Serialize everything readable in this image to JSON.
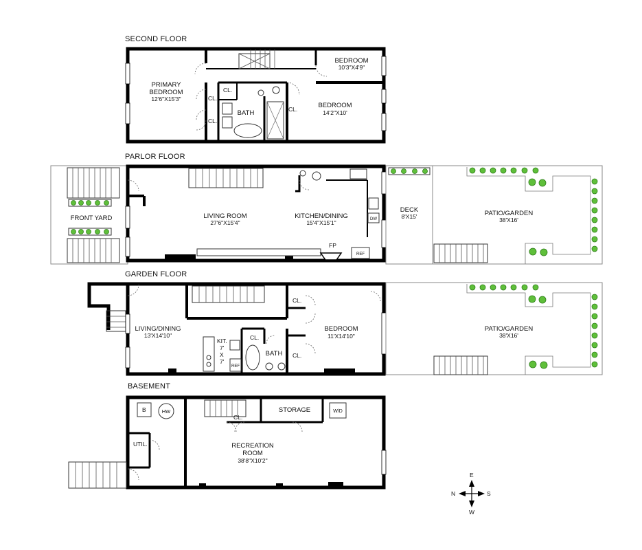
{
  "floors": {
    "second": {
      "title": "SECOND FLOOR",
      "primary_bedroom": {
        "name_line1": "PRIMARY",
        "name_line2": "BEDROOM",
        "dims": "12'6\"X15'3\""
      },
      "bedroom_small": {
        "name": "BEDROOM",
        "dims": "10'3\"X4'9\""
      },
      "bedroom_large": {
        "name": "BEDROOM",
        "dims": "14'2\"X10'"
      },
      "bath": "BATH",
      "closet_labels": [
        "CL.",
        "CL.",
        "CL.",
        "CL."
      ]
    },
    "parlor": {
      "title": "PARLOR FLOOR",
      "front_yard": "FRONT YARD",
      "living_room": {
        "name": "LIVING ROOM",
        "dims": "27'6\"X15'4\""
      },
      "kitchen_dining": {
        "name": "KITCHEN/DINING",
        "dims": "15'4\"X15'1\""
      },
      "deck": {
        "name": "DECK",
        "dims": "8'X15'"
      },
      "patio_garden": {
        "name": "PATIO/GARDEN",
        "dims": "38'X16'"
      },
      "fp": "FP",
      "dw": "DW",
      "ref": "REF"
    },
    "garden": {
      "title": "GARDEN FLOOR",
      "living_dining": {
        "name": "LIVING/DINING",
        "dims": "13'X14'10\""
      },
      "kit": {
        "line1": "KIT.",
        "line2": "7'",
        "line3": "X",
        "line4": "7'"
      },
      "bath": "BATH",
      "bedroom": {
        "name": "BEDROOM",
        "dims": "11'X14'10\""
      },
      "patio_garden": {
        "name": "PATIO/GARDEN",
        "dims": "38'X16'"
      },
      "closet_labels": [
        "CL.",
        "CL.",
        "CL."
      ],
      "ref": "REF"
    },
    "basement": {
      "title": "BASEMENT",
      "b": "B",
      "hw": "HW",
      "cl": "CL.",
      "storage": "STORAGE",
      "wd": "W/D",
      "util": "UTIL.",
      "recreation": {
        "line1": "RECREATION",
        "line2": "ROOM",
        "dims": "38'8\"X10'2\""
      }
    }
  },
  "compass": {
    "n": "N",
    "e": "E",
    "s": "S",
    "w": "W"
  }
}
